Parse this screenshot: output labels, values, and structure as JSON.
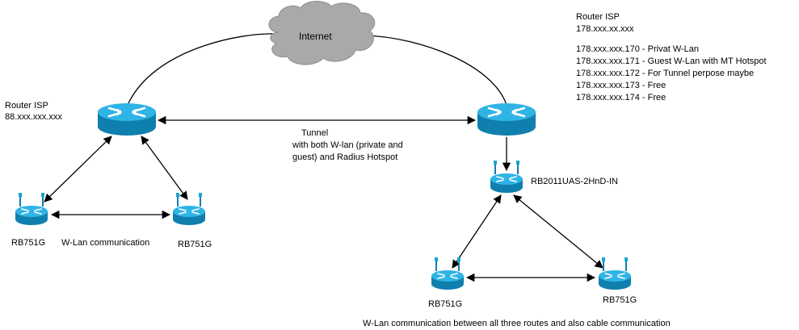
{
  "internet": {
    "label": "Internet"
  },
  "left_site": {
    "router_title": "Router ISP",
    "router_ip": "88.xxx.xxx.xxx",
    "client_a": "RB751G",
    "client_b": "RB751G",
    "link_label": "W-Lan communication"
  },
  "tunnel": {
    "line1": "Tunnel",
    "line2": "with both W-lan (private and",
    "line3": "guest) and Radius Hotspot"
  },
  "right_site": {
    "router_title": "Router ISP",
    "router_ip": "178.xxx.xx.xxx",
    "ip_list": [
      "178.xxx.xxx.170 - Privat W-Lan",
      "178.xxx.xxx.171 - Guest W-Lan with MT Hotspot",
      "178.xxx.xxx.172 - For Tunnel perpose maybe",
      "178.xxx.xxx.173 - Free",
      "178.xxx.xxx.174 - Free"
    ],
    "ap_label": "RB2011UAS-2HnD-IN",
    "client_a": "RB751G",
    "client_b": "RB751G",
    "footer_note": "W-Lan communication between all three routes and also cable communication"
  },
  "colors": {
    "router": "#1aa3d6",
    "router_dark": "#0f7fae",
    "cloud": "#a9a9a9"
  },
  "icons": {
    "core_router": "router-icon",
    "wireless_router": "wireless-router-icon",
    "cloud": "cloud-icon"
  }
}
